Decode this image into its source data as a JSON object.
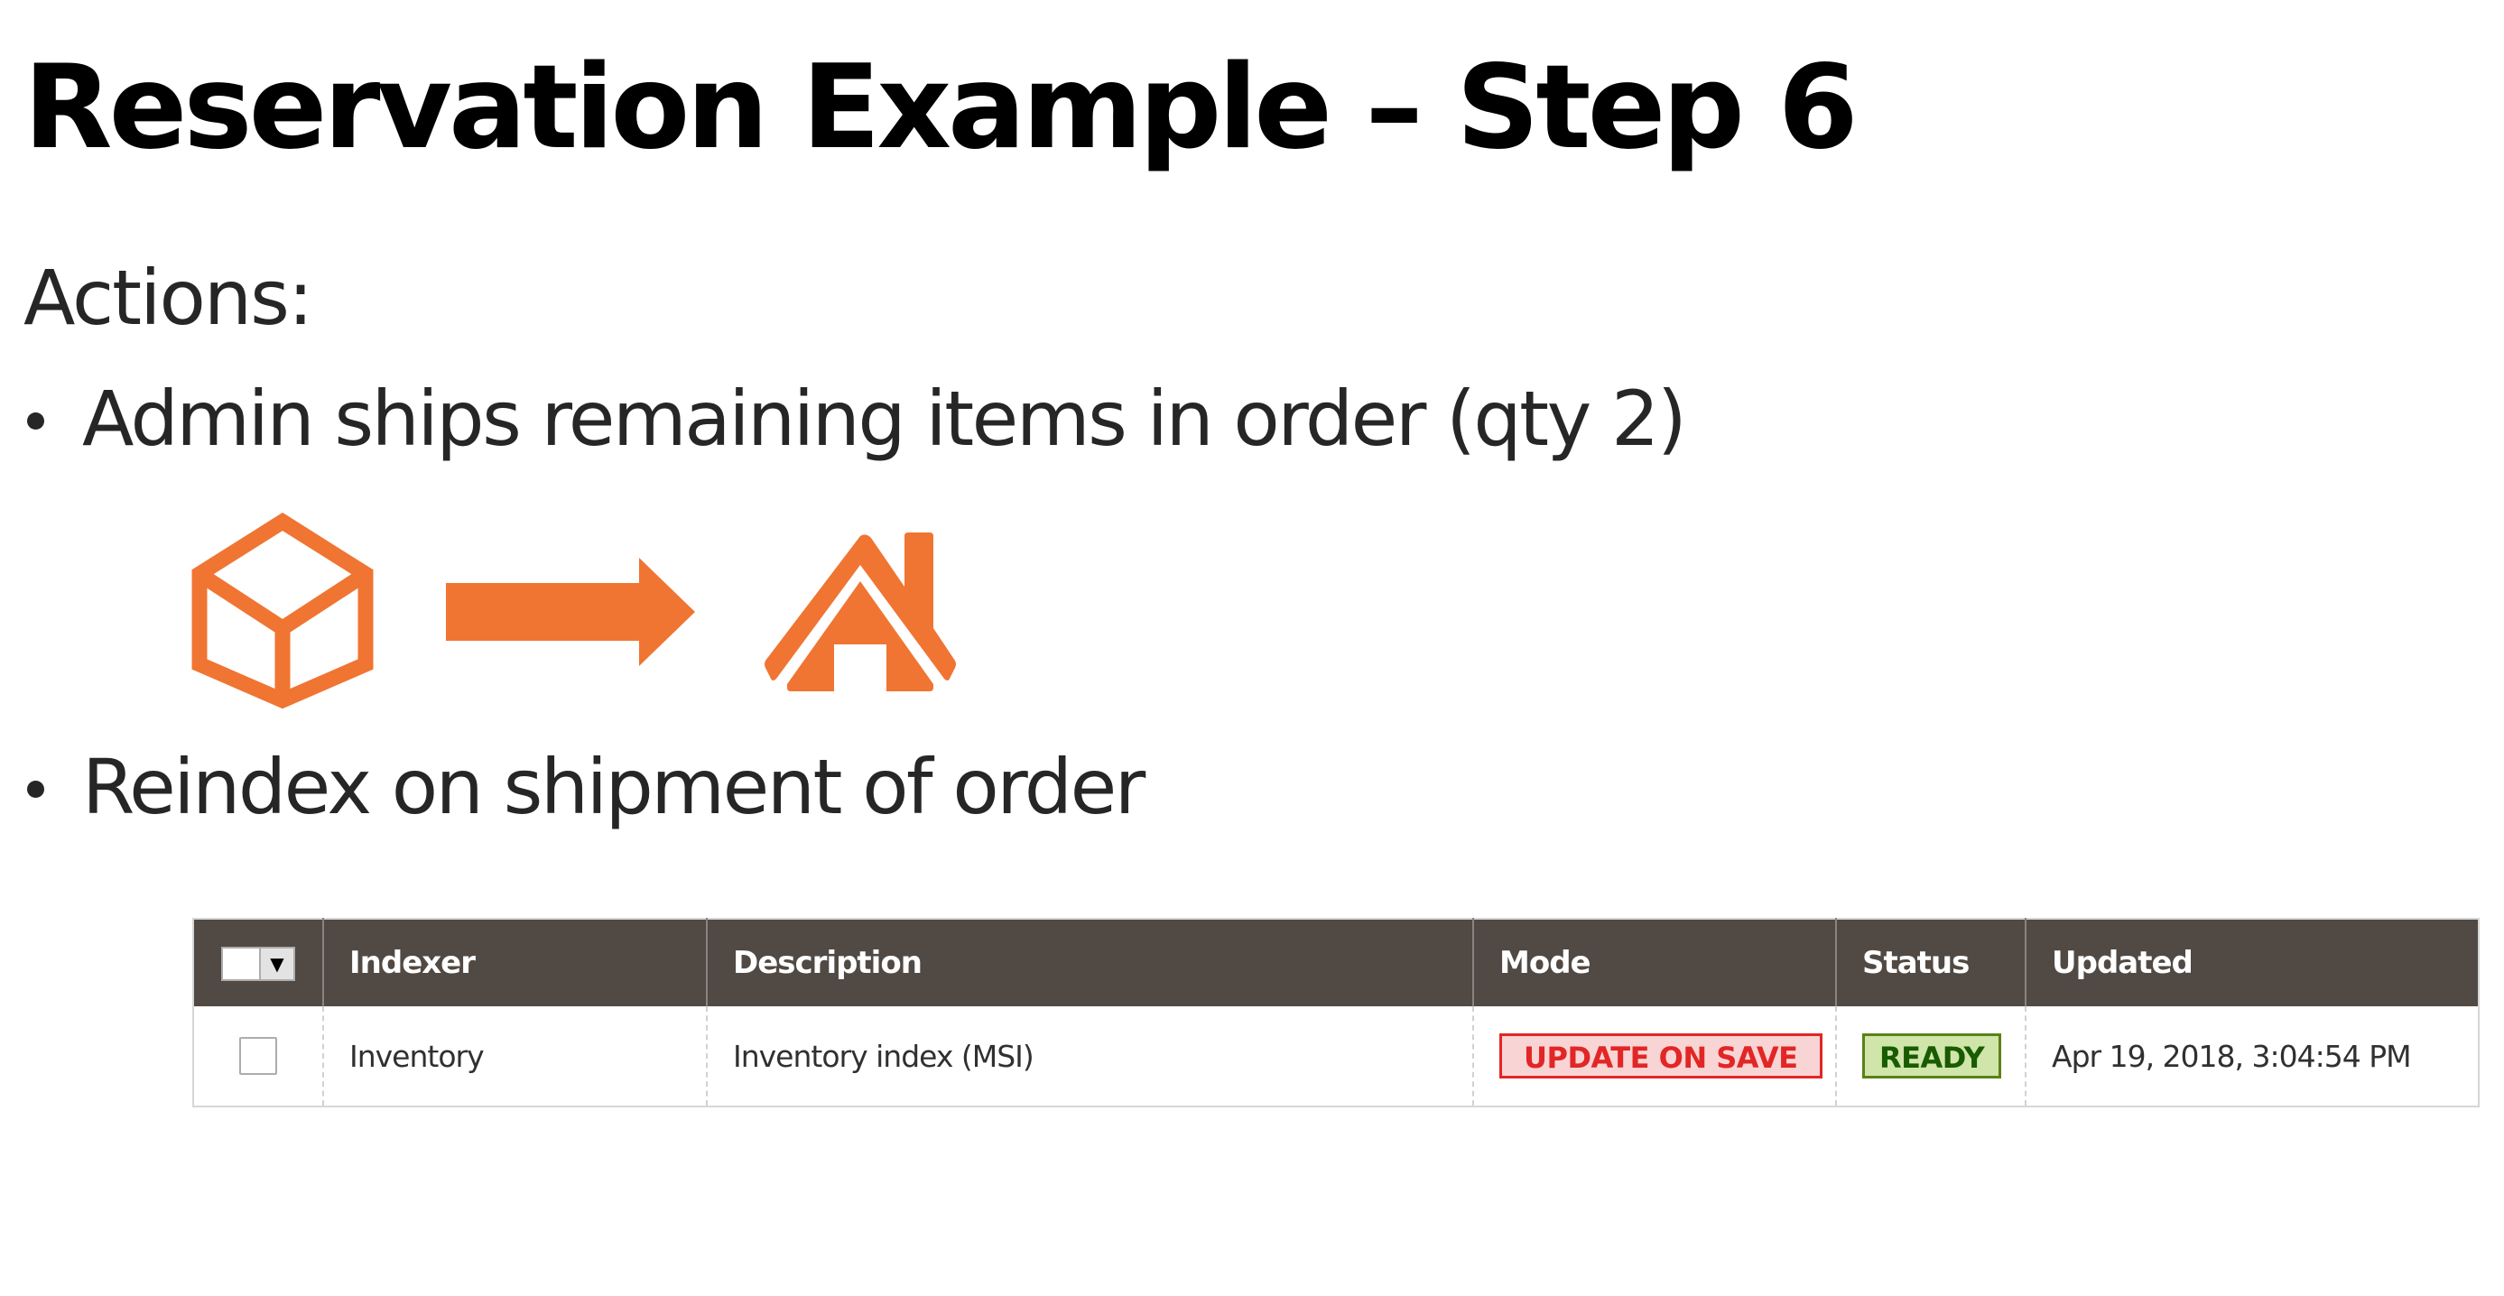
{
  "slide": {
    "title": "Reservation Example – Step 6",
    "actions_label": "Actions:",
    "bullets": [
      {
        "text": "Admin ships remaining items in order (qty 2)"
      },
      {
        "text": "Reindex on shipment of order"
      }
    ],
    "illustration": {
      "icons": [
        "package-box-icon",
        "right-arrow-icon",
        "house-icon"
      ],
      "accent_color": "#f07532"
    }
  },
  "index_grid": {
    "header_bg_color": "#514943",
    "columns": [
      {
        "key": "select",
        "label": ""
      },
      {
        "key": "indexer",
        "label": "Indexer"
      },
      {
        "key": "description",
        "label": "Description"
      },
      {
        "key": "mode",
        "label": "Mode"
      },
      {
        "key": "status",
        "label": "Status"
      },
      {
        "key": "updated",
        "label": "Updated"
      }
    ],
    "mass_select_toggle": "▼",
    "rows": [
      {
        "selected": false,
        "indexer": "Inventory",
        "description": "Inventory index (MSI)",
        "mode": "UPDATE ON SAVE",
        "status": "READY",
        "updated": "Apr 19, 2018, 3:04:54 PM"
      }
    ],
    "colors": {
      "mode_badge_text": "#e22626",
      "mode_badge_bg": "#f9d4d4",
      "status_badge_text": "#185b00",
      "status_badge_bg": "#d0e5a9"
    }
  }
}
